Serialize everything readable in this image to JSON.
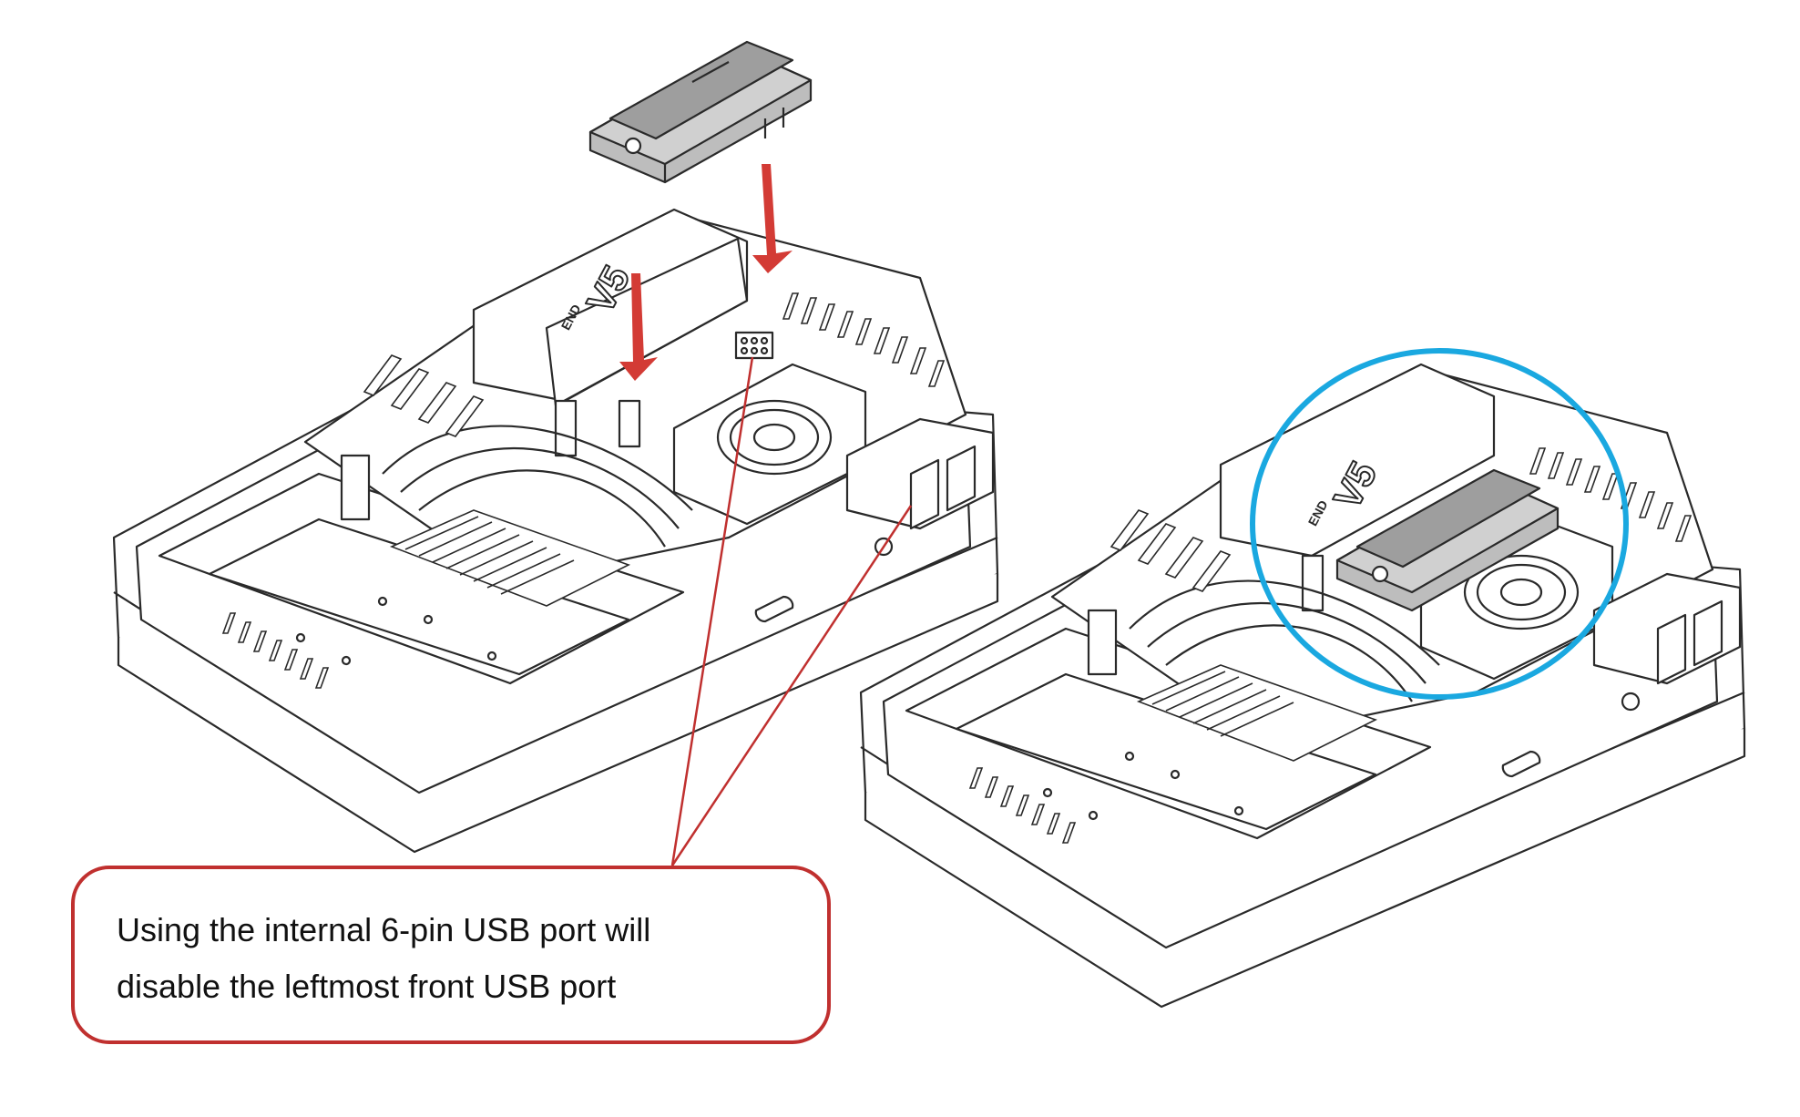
{
  "colors": {
    "arrow": "#d33b35",
    "callout_border": "#c0302f",
    "highlight_circle": "#1aa8e0",
    "line_art": "#2a2a2a",
    "module_fill": "#bdbdbd"
  },
  "brain_label": "V5",
  "brain_sublabel": "END",
  "callout": {
    "line1": "Using the internal 6-pin USB port will",
    "line2": "disable the leftmost front USB port"
  },
  "icons": [
    "down-arrow-icon",
    "highlight-circle"
  ]
}
